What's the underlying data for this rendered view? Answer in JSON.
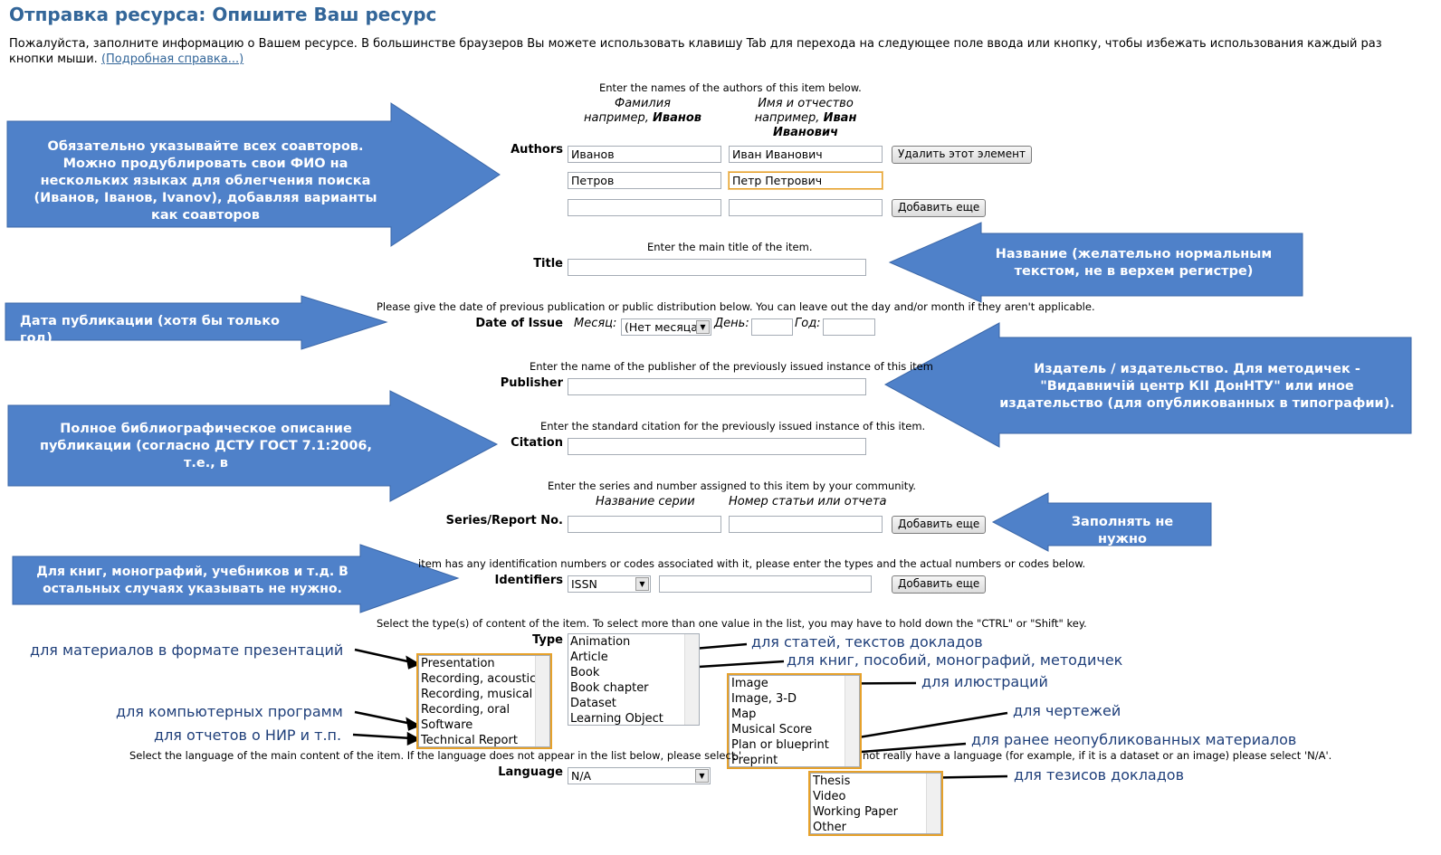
{
  "page": {
    "title": "Отправка ресурса: Опишите Ваш ресурс",
    "intro": "Пожалуйста, заполните информацию о Вашем ресурсе. В большинстве браузеров Вы можете использовать клавишу Tab для перехода на следующее поле ввода или кнопку, чтобы избежать использования каждый раз кнопки мыши.",
    "help_link": "(Подробная справка...)"
  },
  "authors": {
    "hint": "Enter the names of the authors of this item below.",
    "last_hint_1": "Фамилия",
    "last_hint_2": "например,",
    "last_example": "Иванов",
    "first_hint_1": "Имя и отчество",
    "first_hint_2": "например,",
    "first_example": "Иван Иванович",
    "label": "Authors",
    "rows": [
      {
        "last": "Иванов",
        "first": "Иван Иванович"
      },
      {
        "last": "Петров",
        "first": "Петр Петрович"
      },
      {
        "last": "",
        "first": ""
      }
    ],
    "remove_button": "Удалить этот элемент",
    "add_button": "Добавить еще"
  },
  "title_field": {
    "hint": "Enter the main title of the item.",
    "label": "Title",
    "value": ""
  },
  "date": {
    "hint": "Please give the date of previous publication or public distribution below. You can leave out the day and/or month if they aren't applicable.",
    "label": "Date of Issue",
    "month_label": "Месяц:",
    "month_value": "(Нет месяца)",
    "day_label": "День:",
    "year_label": "Год:"
  },
  "publisher": {
    "hint": "Enter the name of the publisher of the previously issued instance of this item",
    "label": "Publisher"
  },
  "citation": {
    "hint": "Enter the standard citation for the previously issued instance of this item.",
    "label": "Citation"
  },
  "series": {
    "hint": "Enter the series and number assigned to this item by your community.",
    "name_hint": "Название серии",
    "number_hint": "Номер статьи или отчета",
    "label": "Series/Report No.",
    "add_button": "Добавить еще"
  },
  "identifiers": {
    "hint": "item has any identification numbers or codes associated with it, please enter the types and the actual numbers or codes below.",
    "label": "Identifiers",
    "type_value": "ISSN",
    "add_button": "Добавить еще"
  },
  "type": {
    "hint": "Select the type(s) of content of the item. To select more than one value in the list, you may have to hold down the \"CTRL\" or \"Shift\" key.",
    "label": "Type",
    "list_main": [
      "Animation",
      "Article",
      "Book",
      "Book chapter",
      "Dataset",
      "Learning Object"
    ],
    "list_left": [
      "Presentation",
      "Recording, acoustical",
      "Recording, musical",
      "Recording, oral",
      "Software",
      "Technical Report"
    ],
    "list_right": [
      "Image",
      "Image, 3-D",
      "Map",
      "Musical Score",
      "Plan or blueprint",
      "Preprint"
    ],
    "list_bottom": [
      "Thesis",
      "Video",
      "Working Paper",
      "Other"
    ]
  },
  "language": {
    "hint_left": "Select the language of the main content of the item. If the language does not appear in the list below, please select '",
    "hint_right": "not really have a language (for example, if it is a dataset or an image) please select 'N/A'.",
    "label": "Language",
    "value": "N/A"
  },
  "callouts": {
    "authors": "Обязательно указывайте всех соавторов. Можно продублировать свои ФИО на нескольких языках для облегчения поиска (Иванов, Іванов, Ivanov), добавляя варианты как соавторов",
    "title": "Название (желательно нормальным текстом, не в верхем регистре)",
    "date": "Дата публикации (хотя бы только год)",
    "publisher": "Издатель / издательство. Для методичек - \"Видавничій центр КІІ ДонНТУ\" или иное издательство (для опубликованных в типографии).",
    "citation": "Полное библиографическое описание публикации (согласно ДСТУ ГОСТ 7.1:2006, т.е., в",
    "series": "Заполнять не нужно",
    "identifiers": "Для книг, монографий, учебников и т.д. В остальных случаях указывать не нужно."
  },
  "notes": {
    "presentation": "для материалов в формате презентаций",
    "software": "для компьютерных программ",
    "report": "для отчетов о НИР и т.п.",
    "article": "для статей, текстов докладов",
    "book": "для книг, пособий, монографий, методичек",
    "image": "для илюстраций",
    "blueprint": "для чертежей",
    "preprint": "для ранее неопубликованных материалов",
    "thesis": "для тезисов докладов"
  },
  "colors": {
    "callout": "#4f81c9",
    "title": "#336699",
    "highlight": "#e6a12b",
    "note": "#1f3f7a"
  }
}
